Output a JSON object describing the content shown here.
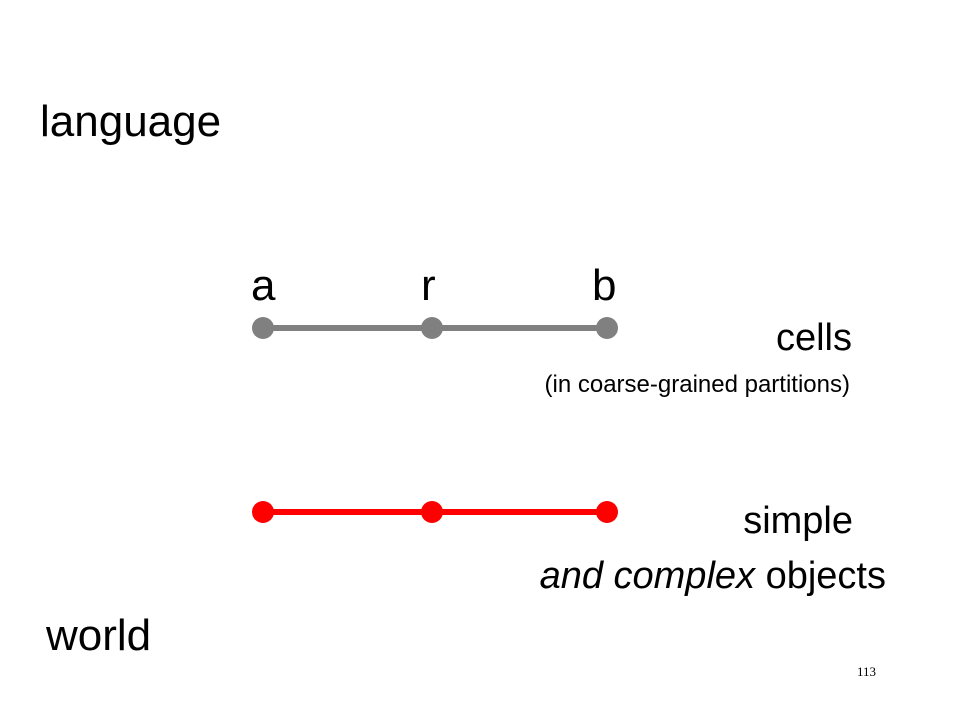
{
  "labels": {
    "language": "language",
    "world": "world",
    "node_a": "a",
    "node_r": "r",
    "node_b": "b",
    "cells": "cells",
    "cells_note": "(in coarse-grained partitions)",
    "simple": "simple",
    "objects_italic": "and complex",
    "objects_rest": " objects"
  },
  "page_number": "113",
  "colors": {
    "language_level": "#808080",
    "world_level": "#ff0000",
    "text": "#000000",
    "background": "#ffffff"
  }
}
